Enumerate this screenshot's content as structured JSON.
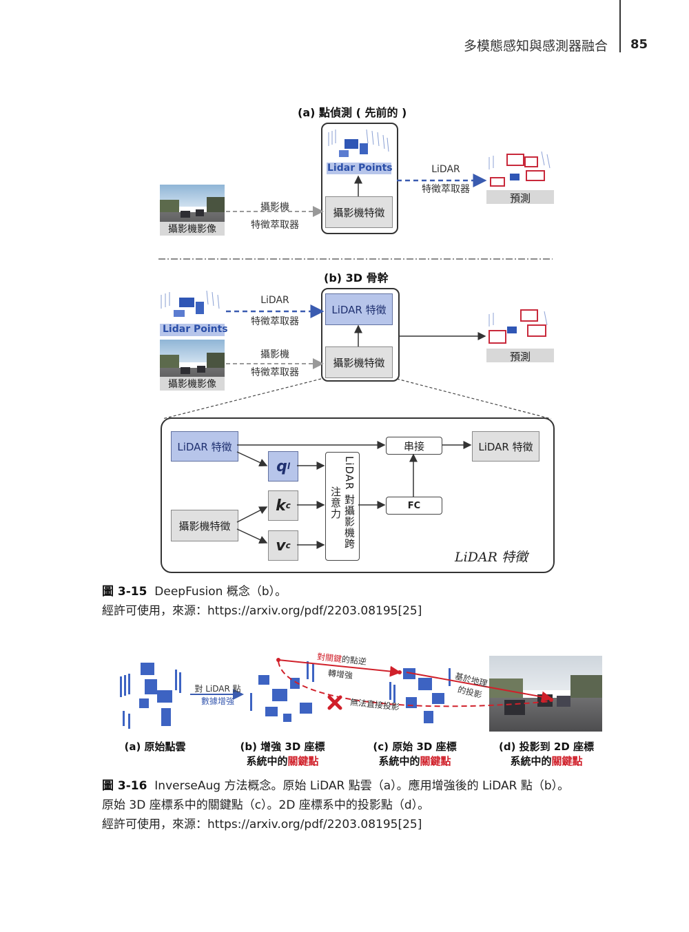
{
  "header": {
    "chapter_title": "多模態感知與感測器融合",
    "page_number": "85"
  },
  "figure_315": {
    "panel_a": {
      "title": "(a) 點偵測 ( 先前的 )",
      "lidar_points_label": "Lidar Points",
      "camera_feature": "攝影機特徵",
      "camera_image_label": "攝影機影像",
      "camera_extractor_line1": "攝影機",
      "camera_extractor_line2": "特徵萃取器",
      "lidar_extractor_line1": "LiDAR",
      "lidar_extractor_line2": "特徵萃取器",
      "prediction_label": "預測"
    },
    "panel_b": {
      "title": "(b) 3D 骨幹",
      "lidar_points_label": "Lidar Points",
      "lidar_extractor_line1": "LiDAR",
      "lidar_extractor_line2": "特徵萃取器",
      "camera_extractor_line1": "攝影機",
      "camera_extractor_line2": "特徵萃取器",
      "camera_image_label": "攝影機影像",
      "lidar_feature": "LiDAR 特徵",
      "camera_feature": "攝影機特徵",
      "prediction_label": "預測"
    },
    "detail": {
      "lidar_feature_in": "LiDAR 特徵",
      "camera_feature_in": "攝影機特徵",
      "q_base": "q",
      "q_sup": "l",
      "k_base": "k",
      "k_sup": "c",
      "v_base": "v",
      "v_sup": "c",
      "attention_col1": "注意力",
      "attention_col2": "LiDAR 對攝影機跨",
      "fc": "FC",
      "concat": "串接",
      "lidar_feature_out": "LiDAR 特徵",
      "corner_label": "LiDAR 特徵"
    },
    "caption_num": "圖 3-15",
    "caption_text": "DeepFusion 概念（b）。",
    "source": "經許可使用，來源：https://arxiv.org/pdf/2203.08195[25]"
  },
  "figure_316": {
    "arrow1_line1": "對 LiDAR 點",
    "arrow1_line2": "數據增強",
    "inverse_red": "對關鍵",
    "inverse_rest": "的點逆",
    "inverse_line2": "轉增強",
    "geo_line1": "基於地理",
    "geo_line2": "的投影",
    "no_direct": "無法直接投影",
    "sub_a": "(a) 原始點雲",
    "sub_b_line1": "(b) 增強 3D 座標",
    "sub_b_line2_pre": "系統中的",
    "sub_b_line2_red": "關鍵點",
    "sub_c_line1": "(c) 原始 3D 座標",
    "sub_c_line2_pre": "系統中的",
    "sub_c_line2_red": "關鍵點",
    "sub_d_line1": "(d) 投影到 2D 座標",
    "sub_d_line2_pre": "系統中的",
    "sub_d_line2_red": "關鍵點",
    "caption_num": "圖 3-16",
    "caption_text1": "InverseAug 方法概念。原始 LiDAR 點雲（a）。應用增強後的 LiDAR 點（b）。",
    "caption_text2": "原始 3D 座標系中的關鍵點（c）。2D 座標系中的投影點（d）。",
    "source": "經許可使用，來源：https://arxiv.org/pdf/2203.08195[25]"
  },
  "colors": {
    "blue_box": "#b7c5ea",
    "gray_box": "#e0e0e0",
    "accent_red": "#d0202a",
    "dash_blue": "#3a5bb0"
  }
}
